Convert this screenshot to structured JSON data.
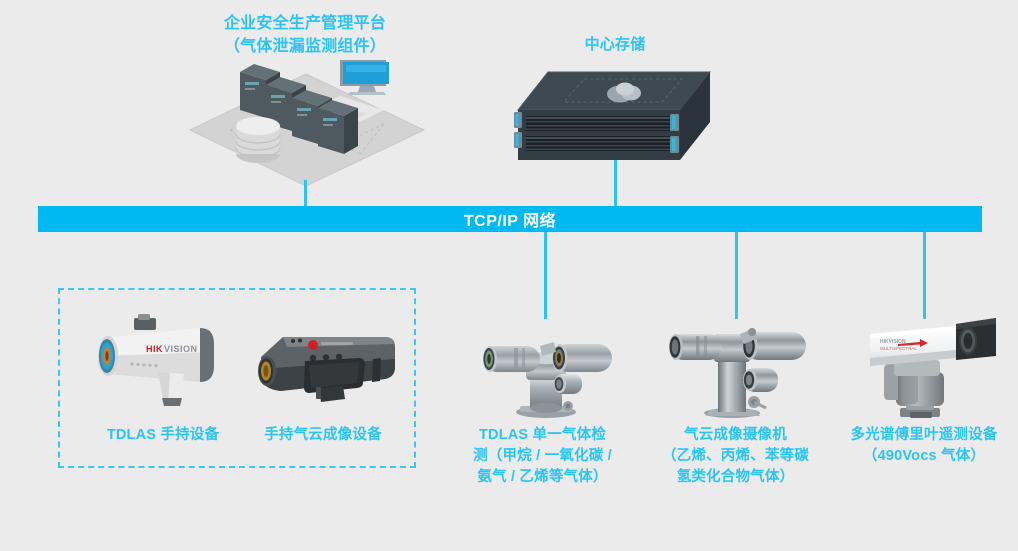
{
  "diagram": {
    "background_color": "#ebebeb",
    "accent_color": "#29c5f6",
    "network_bar_color": "#00b9f2"
  },
  "top": {
    "platform": {
      "title_line1": "企业安全生产管理平台",
      "title_line2": "（气体泄漏监测组件）",
      "icon": "isometric-datacenter-icon"
    },
    "storage": {
      "title": "中心存储",
      "icon": "storage-server-icon"
    }
  },
  "network": {
    "label": "TCP/IP 网络"
  },
  "handheld_group": {
    "border_style": "dashed",
    "devices": [
      {
        "caption": "TDLAS 手持设备",
        "icon": "handheld-tdlas-gun-icon",
        "brand": "HIKVISION"
      },
      {
        "caption": "手持气云成像设备",
        "icon": "handheld-thermal-imager-icon"
      }
    ]
  },
  "field_devices": [
    {
      "caption_line1": "TDLAS 单一气体检",
      "caption_line2": "测（甲烷 / 一氧化碳 /",
      "caption_line3": "氨气 / 乙烯等气体）",
      "icon": "ptz-dual-barrel-camera-icon"
    },
    {
      "caption_line1": "气云成像摄像机",
      "caption_line2": "（乙烯、丙烯、苯等碳",
      "caption_line3": "氢类化合物气体）",
      "icon": "gas-cloud-imaging-camera-icon"
    },
    {
      "caption_line1": "多光谱傅里叶遥测设备",
      "caption_line2": "（490Vocs 气体）",
      "caption_line3": "",
      "icon": "multispectral-fourier-camera-icon"
    }
  ]
}
